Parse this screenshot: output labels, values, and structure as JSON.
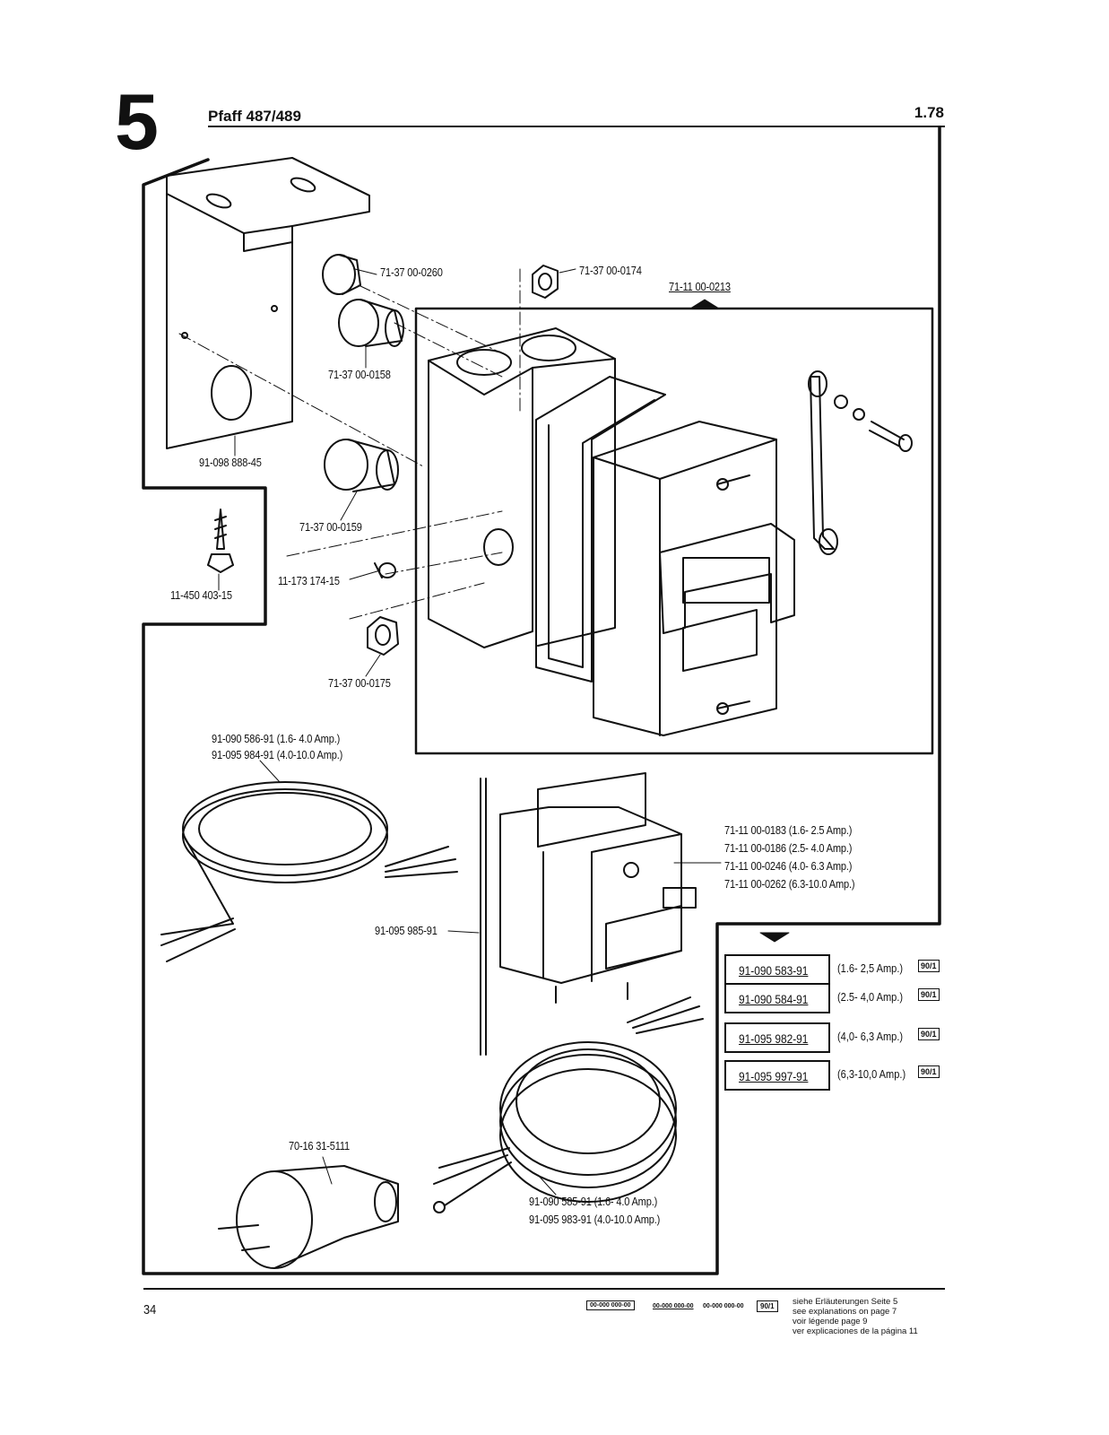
{
  "header": {
    "section_number": "5",
    "model_title": "Pfaff 487/489",
    "edition": "1.78"
  },
  "labels": {
    "bushing_top": "71-37 00-0260",
    "gland_small": "71-37 00-0158",
    "nut_top": "71-37 00-0174",
    "housing_assembly": "71-11 00-0213",
    "bracket": "91-098 888-45",
    "gland_large": "71-37 00-0159",
    "wood_screw": "11-450 403-15",
    "small_screw": "11-173 174-15",
    "nut_bottom": "71-37 00-0175",
    "cable_top_1": "91-090 586-91 (1.6- 4.0 Amp.)",
    "cable_top_2": "91-095 984-91 (4.0-10.0 Amp.)",
    "bridge_wire": "91-095 985-91",
    "plug": "70-16 31-5111",
    "cable_bottom_1": "91-090 585-91 (1.6- 4.0 Amp.)",
    "cable_bottom_2": "91-095 983-91 (4.0-10.0 Amp.)",
    "switch_1": "71-11 00-0183 (1.6- 2.5 Amp.)",
    "switch_2": "71-11 00-0186 (2.5- 4.0 Amp.)",
    "switch_3": "71-11 00-0246 (4.0- 6.3 Amp.)",
    "switch_4": "71-11 00-0262 (6.3-10.0 Amp.)"
  },
  "part_table": [
    {
      "part": "91-090 583-91",
      "range": "(1.6- 2,5 Amp.)",
      "code": "90/1"
    },
    {
      "part": "91-090 584-91",
      "range": "(2.5- 4,0 Amp.)",
      "code": "90/1"
    },
    {
      "part": "91-095 982-91",
      "range": "(4,0- 6,3 Amp.)",
      "code": "90/1"
    },
    {
      "part": "91-095 997-91",
      "range": "(6,3-10,0 Amp.)",
      "code": "90/1"
    }
  ],
  "footer": {
    "page_number": "34",
    "legend": [
      "00-000 000-00",
      "00-000 000-00",
      "00-000 000-00",
      "90/1"
    ],
    "notes": [
      "siehe Erläuterungen Seite 5",
      "see explanations on page 7",
      "voir légende page 9",
      "ver explicaciones de la página 11"
    ]
  }
}
